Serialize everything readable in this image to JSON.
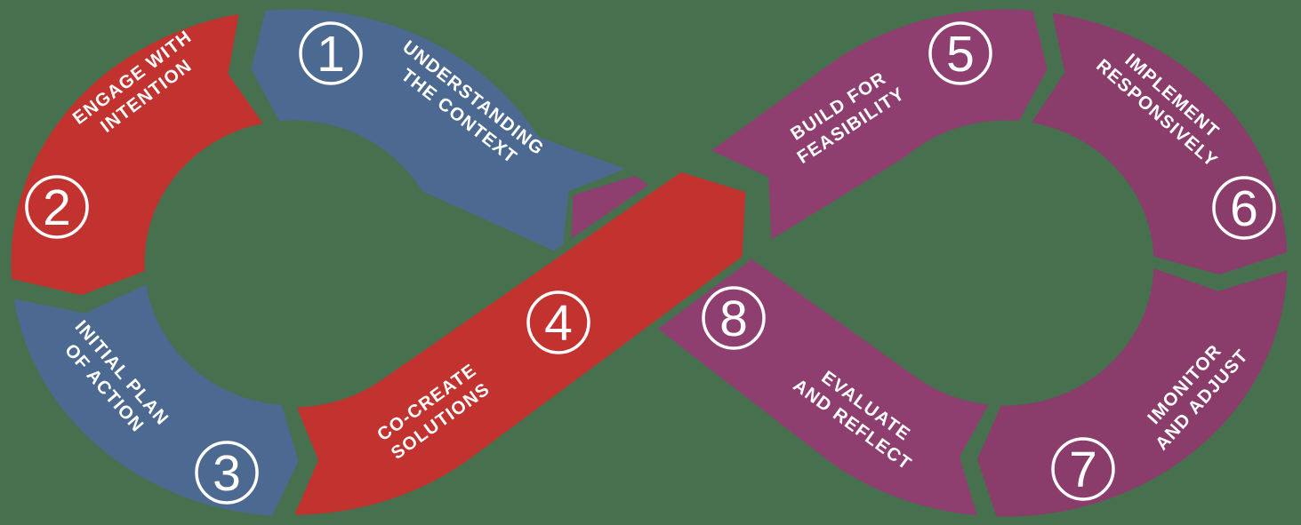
{
  "background_color": "#47704e",
  "colors": {
    "red": "#c23330",
    "blue": "#4c6991",
    "purple_ring": "#8a3c6a",
    "purple_cross": "#8f3f6f",
    "text": "#ffffff"
  },
  "diagram": {
    "type": "infinity-loop-process",
    "segments": [
      {
        "number": "1",
        "label_line1": "UNDERSTANDING",
        "label_line2": "THE CONTEXT",
        "color": "#4c6991"
      },
      {
        "number": "2",
        "label_line1": "ENGAGE WITH",
        "label_line2": "INTENTION",
        "color": "#c23330"
      },
      {
        "number": "3",
        "label_line1": "INITIAL PLAN",
        "label_line2": "OF ACTION",
        "color": "#4c6991"
      },
      {
        "number": "4",
        "label_line1": "CO-CREATE",
        "label_line2": "SOLUTIONS",
        "color": "#c23330"
      },
      {
        "number": "5",
        "label_line1": "BUILD FOR",
        "label_line2": "FEASIBILITY",
        "color": "#8f3f6f"
      },
      {
        "number": "6",
        "label_line1": "IMPLEMENT",
        "label_line2": "RESPONSIVELY",
        "color": "#8a3c6a"
      },
      {
        "number": "7",
        "label_line1": "IMONITOR",
        "label_line2": "AND ADJUST",
        "color": "#8a3c6a"
      },
      {
        "number": "8",
        "label_line1": "EVALUATE",
        "label_line2": "AND REFLECT",
        "color": "#8f3f6f"
      }
    ]
  }
}
